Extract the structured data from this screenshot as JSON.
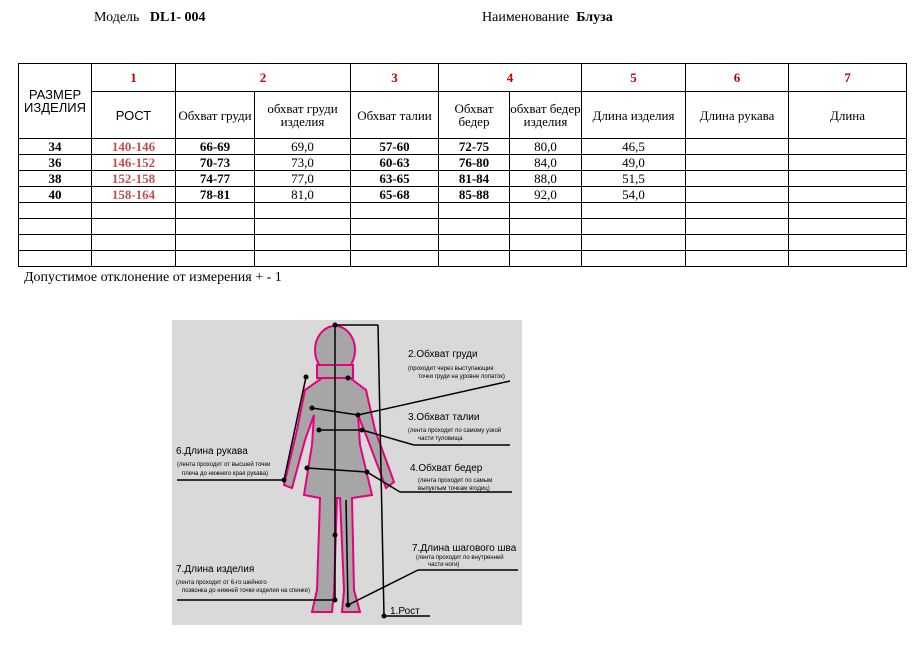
{
  "header": {
    "model_label": "Модель",
    "model_value": "DL1- 004",
    "name_label": "Наименование",
    "name_value": "Блуза"
  },
  "table": {
    "size_header": "РАЗМЕР ИЗДЕЛИЯ",
    "group_numbers": [
      "1",
      "2",
      "3",
      "4",
      "5",
      "6",
      "7"
    ],
    "columns": [
      "РОСТ",
      "Обхват груди",
      "обхват груди изделия",
      "Обхват талии",
      "Обхват бедер",
      "обхват бедер изделия",
      "Длина изделия",
      "Длина рукава",
      "Длина"
    ],
    "rows": [
      [
        "34",
        "140-146",
        "66-69",
        "69,0",
        "57-60",
        "72-75",
        "80,0",
        "46,5",
        "",
        ""
      ],
      [
        "36",
        "146-152",
        "70-73",
        "73,0",
        "60-63",
        "76-80",
        "84,0",
        "49,0",
        "",
        ""
      ],
      [
        "38",
        "152-158",
        "74-77",
        "77,0",
        "63-65",
        "81-84",
        "88,0",
        "51,5",
        "",
        ""
      ],
      [
        "40",
        "158-164",
        "78-81",
        "81,0",
        "65-68",
        "85-88",
        "92,0",
        "54,0",
        "",
        ""
      ]
    ],
    "empty_rows": 4
  },
  "note": "Допустимое отклонение от измерения    + - 1",
  "figure": {
    "labels": {
      "chest_title": "2.Обхват груди",
      "chest_d1": "(проходит через выступающие",
      "chest_d2": "точки груди на уровне лопаток)",
      "waist_title": "3.Обхват талии",
      "waist_d1": "(лента проходит по самому узкой",
      "waist_d2": "части туловища",
      "hips_title": "4.Обхват бедер",
      "hips_d1": "(лента проходит по самым",
      "hips_d2": "выпуклым точкам  ягодиц)",
      "sleeve_title": "6.Длина рукава",
      "sleeve_d1": "(лента проходит от высшей точки",
      "sleeve_d2": "плеча до нижнего края рукава)",
      "inseam_title": "7.Длина шагового шва",
      "inseam_d1": "(лента проходит по внутренней",
      "inseam_d2": "части ноги)",
      "length_title": "7.Длина изделия",
      "length_d1": "(лента проходит от 6-го шейного",
      "length_d2": "позвонка до нижней точки изделия на спинке)",
      "height_title": "1.Рост"
    }
  }
}
